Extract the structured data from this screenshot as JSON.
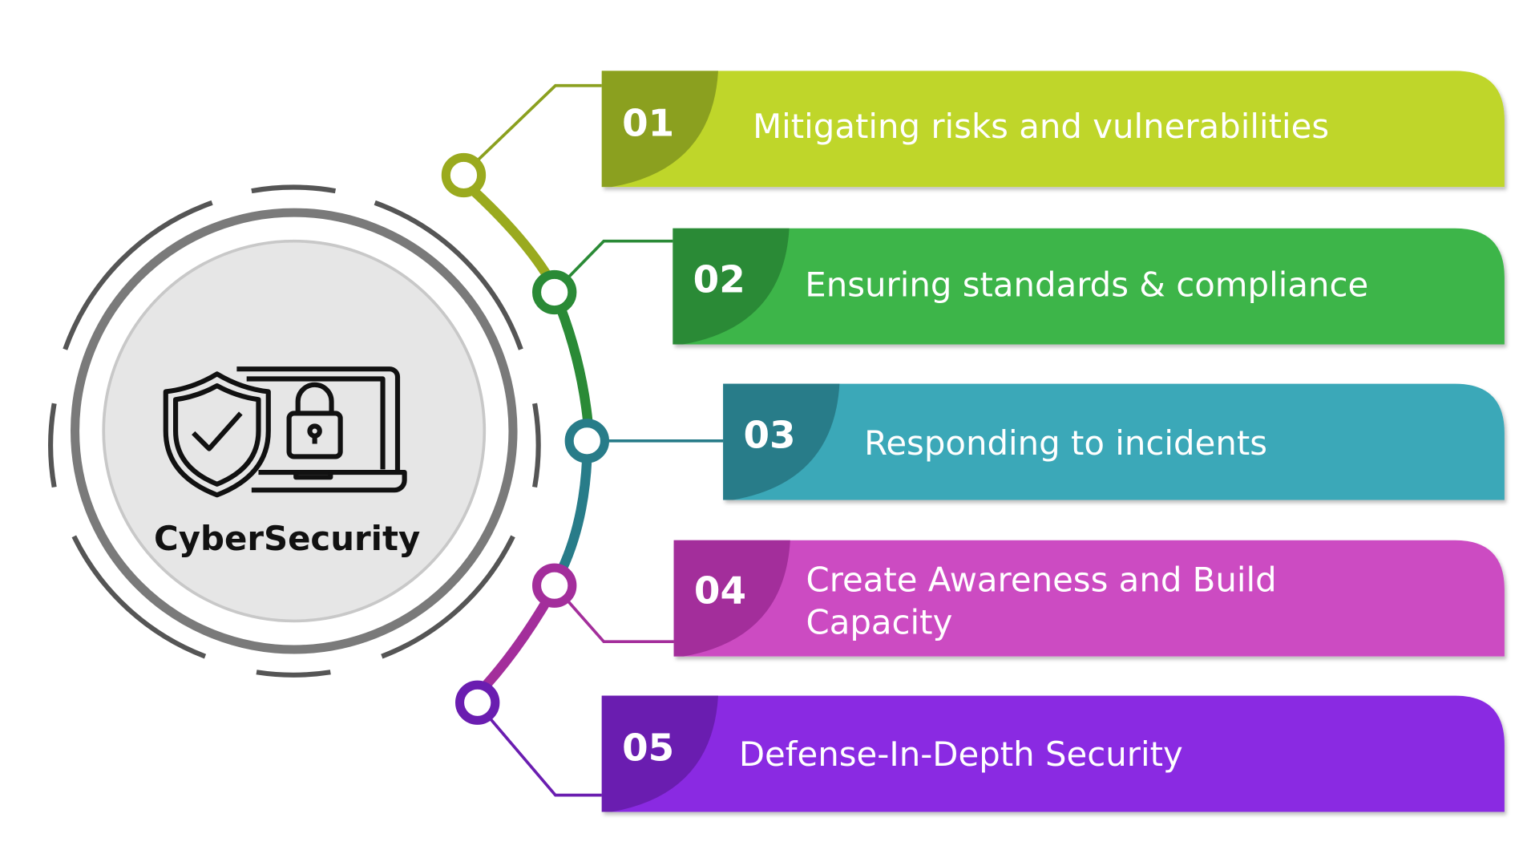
{
  "center": {
    "title": "CyberSecurity",
    "icon": "shield-laptop-lock-icon"
  },
  "items": [
    {
      "number": "01",
      "label": "Mitigating risks and vulnerabilities",
      "color": "#bfd629",
      "dark": "#8ba01f"
    },
    {
      "number": "02",
      "label": "Ensuring standards & compliance",
      "color": "#3db54a",
      "dark": "#2a8a36"
    },
    {
      "number": "03",
      "label": "Responding to incidents",
      "color": "#3aa8b8",
      "dark": "#287c89"
    },
    {
      "number": "04",
      "label_line1": "Create Awareness and Build",
      "label_line2": "Capacity",
      "color": "#cc4cc2",
      "dark": "#a32e9b"
    },
    {
      "number": "05",
      "label": "Defense-In-Depth Security",
      "color": "#8a2be2",
      "dark": "#6a1db0"
    }
  ]
}
